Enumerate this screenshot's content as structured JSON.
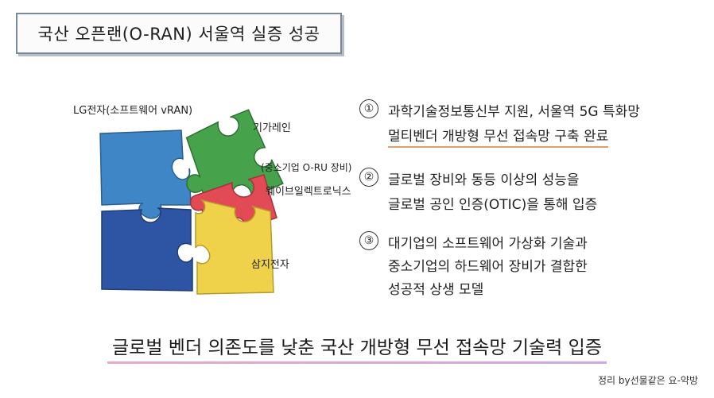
{
  "title": "국산 오픈랜(O-RAN) 서울역 실증 성공",
  "puzzle": {
    "labels": {
      "lg": "LG전자(소프트웨어 vRAN)",
      "gigalane": "기가레인",
      "sme": "(중소기업 O-RU 장비)",
      "wave": "웨이브일렉트로닉스",
      "samji": "삼지전자"
    },
    "pieces": [
      {
        "name": "blue-top-left",
        "color": "#3f86c6"
      },
      {
        "name": "green",
        "color": "#46a34c"
      },
      {
        "name": "red",
        "color": "#e24b55"
      },
      {
        "name": "blue-bottom-left",
        "color": "#2e55a4"
      },
      {
        "name": "yellow",
        "color": "#f0d24a"
      }
    ]
  },
  "points": [
    {
      "num": "①",
      "lines": [
        "과학기술정보통신부 지원, 서울역 5G 특화망",
        "멀티벤더 개방형 무선 접속망 구축 완료"
      ]
    },
    {
      "num": "②",
      "lines": [
        "글로벌 장비와 동등 이상의 성능을",
        "글로벌 공인 인증(OTIC)을 통해 입증"
      ]
    },
    {
      "num": "③",
      "lines": [
        "대기업의 소프트웨어 가상화 기술과",
        "중소기업의 하드웨어 장비가 결합한",
        "성공적 상생 모델"
      ]
    }
  ],
  "summary": "글로벌 벤더 의존도를 낮춘 국산 개방형 무선 접속망 기술력 입증",
  "credit": "정리 by선물같은 요-약방"
}
